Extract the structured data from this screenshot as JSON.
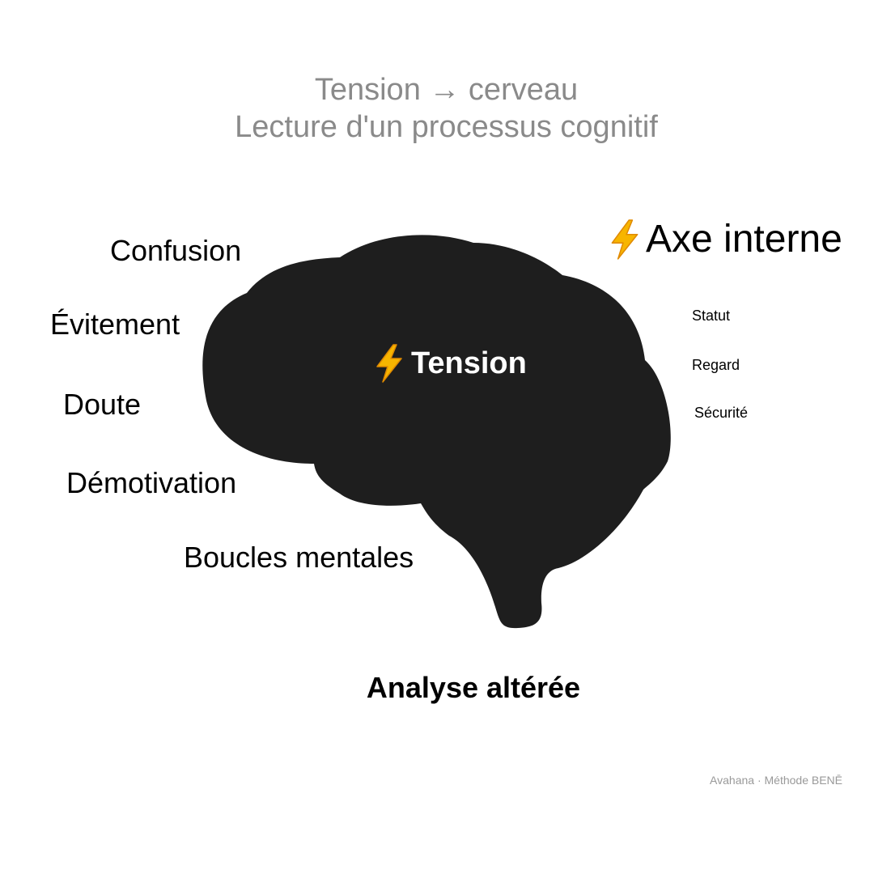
{
  "title": {
    "line1": "Tension → cerveau",
    "line2": "Lecture d'un processus cognitif"
  },
  "center": {
    "icon": "lightning-bolt-icon",
    "label": "Tension"
  },
  "left_effects": [
    "Confusion",
    "Évitement",
    "Doute",
    "Démotivation",
    "Boucles mentales"
  ],
  "axe": {
    "icon": "lightning-bolt-icon",
    "title": "Axe interne",
    "items": [
      "Statut",
      "Regard",
      "Sécurité"
    ]
  },
  "bottom_label": "Analyse altérée",
  "credit": "Avahana · Méthode BENĒ",
  "colors": {
    "brain": "#1e1e1e",
    "title": "#8a8a8a",
    "bolt": "#f7b500",
    "credit": "#999999"
  }
}
